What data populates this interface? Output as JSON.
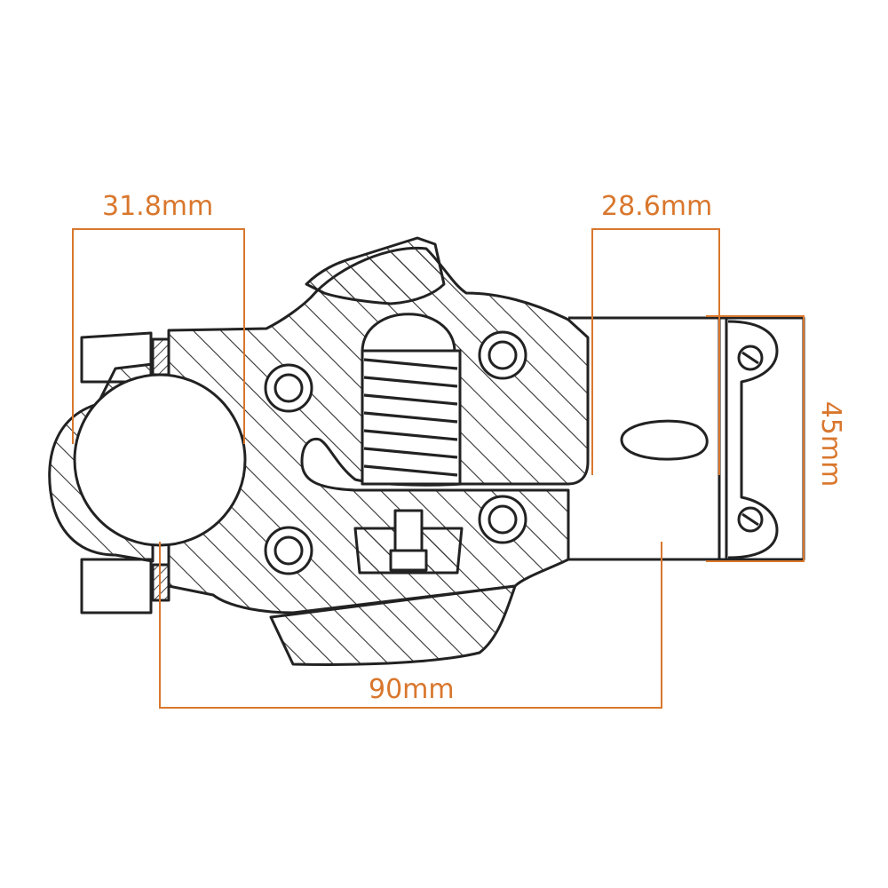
{
  "dimensions": {
    "handlebar_clamp": "31.8mm",
    "steerer_clamp": "28.6mm",
    "stack_height": "45mm",
    "stem_length": "90mm"
  },
  "colors": {
    "dimension": "#d9772d",
    "outline": "#222222",
    "hatch": "#333333",
    "background": "#ffffff"
  }
}
